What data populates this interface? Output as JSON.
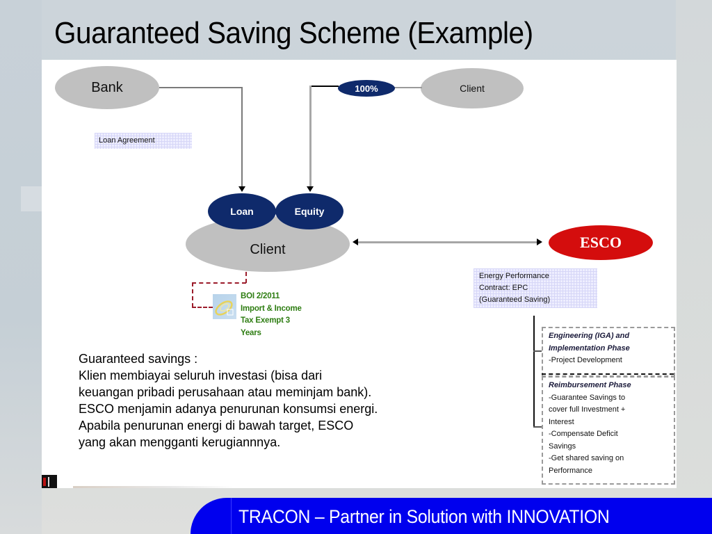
{
  "slide": {
    "title": "Guaranteed Saving Scheme (Example)",
    "footer": "TRACON – Partner in Solution with INNOVATION"
  },
  "diagram": {
    "nodes": {
      "bank": "Bank",
      "top_client": "Client",
      "ownership_badge": "100%",
      "loan": "Loan",
      "equity": "Equity",
      "client": "Client",
      "esco": "ESCO"
    },
    "notes": {
      "loan_agreement": "Loan Agreement",
      "epc_lines": [
        "Energy Performance",
        "Contract: EPC",
        "(Guaranteed Saving)"
      ]
    },
    "boi": {
      "lines": [
        "BOI 2/2011",
        "Import & Income",
        "Tax Exempt 3",
        "Years"
      ]
    },
    "phases": [
      {
        "title_lines": [
          "Engineering (IGA) and",
          "Implementation Phase"
        ],
        "items": [
          "-Project Development"
        ]
      },
      {
        "title_lines": [
          "Reimbursement Phase"
        ],
        "items": [
          "-Guarantee Savings to",
          "cover full Investment +",
          "Interest",
          "-Compensate Deficit",
          "Savings",
          "-Get shared saving on",
          "Performance"
        ]
      }
    ],
    "colors": {
      "navy": "#0f2a6b",
      "gray": "#c0c0c0",
      "esco_red": "#d40d0d",
      "boi_green": "#2e7d12",
      "footer_blue": "#0000ee"
    }
  },
  "description": {
    "lines": [
      "Guaranteed savings :",
      "Klien membiayai seluruh investasi (bisa dari",
      "keuangan pribadi perusahaan atau meminjam bank).",
      "ESCO menjamin adanya penurunan konsumsi energi.",
      "Apabila penurunan energi di bawah target, ESCO",
      "yang akan mengganti kerugiannnya."
    ]
  }
}
